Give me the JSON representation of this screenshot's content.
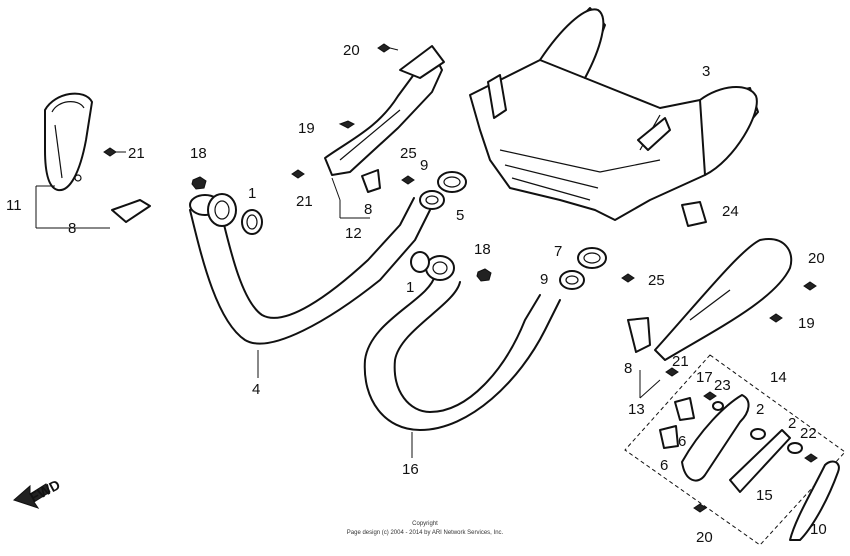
{
  "callouts": {
    "p20a": "20",
    "p19a": "19",
    "p21a": "21",
    "p18a": "18",
    "p11": "11",
    "p8a": "8",
    "p1a": "1",
    "p25a": "25",
    "p9a": "9",
    "p21b": "21",
    "p8b": "8",
    "p12": "12",
    "p5": "5",
    "p3": "3",
    "p24": "24",
    "p7": "7",
    "p18b": "18",
    "p1b": "1",
    "p9b": "9",
    "p25b": "25",
    "p4": "4",
    "p16": "16",
    "p20b": "20",
    "p19b": "19",
    "p21c": "21",
    "p8c": "8",
    "p13": "13",
    "p17": "17",
    "p23": "23",
    "p14": "14",
    "p6a": "6",
    "p6b": "6",
    "p2a": "2",
    "p2b": "2",
    "p22": "22",
    "p15": "15",
    "p20c": "20",
    "p10": "10"
  },
  "direction": {
    "label": "FWD"
  },
  "footer": {
    "line1": "Copyright",
    "line2": "Page design (c) 2004 - 2014 by ARI Network Services, Inc."
  }
}
